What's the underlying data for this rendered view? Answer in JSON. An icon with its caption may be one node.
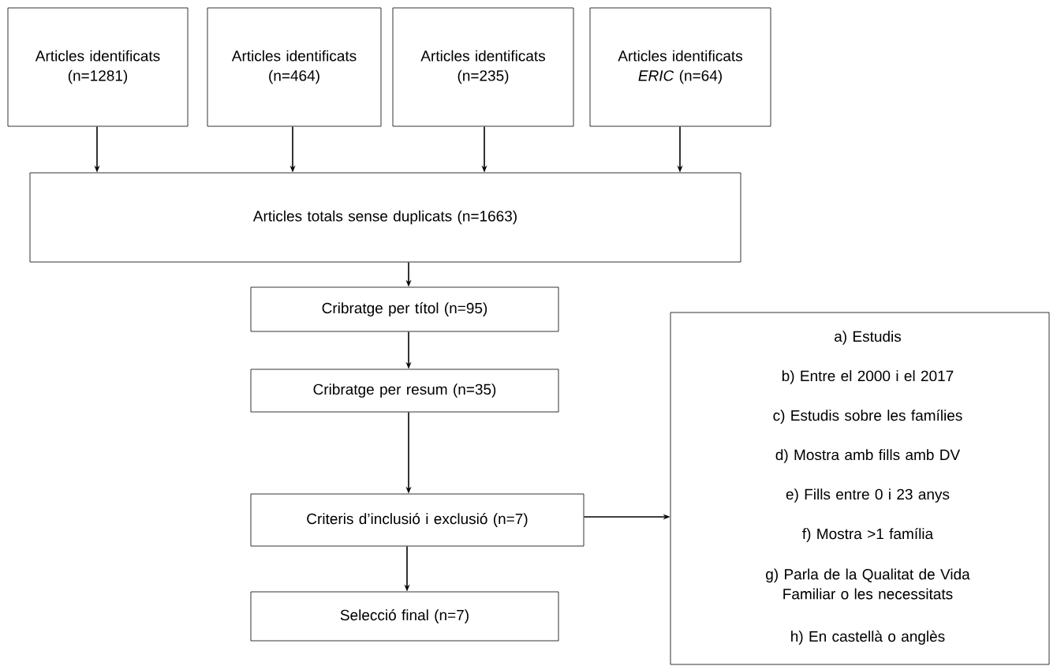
{
  "diagram": {
    "nodes": [
      {
        "text": [
          "Articles identificats (n=1281)"
        ]
      },
      {
        "text": [
          "Articles identificats (n=464)"
        ]
      },
      {
        "text": [
          "Articles identificats (n=235)"
        ]
      },
      {
        "text": [
          "Articles identificats *ERIC* (n=64)"
        ]
      },
      {
        "text": [
          "Articles totals sense duplicats (n=1663)"
        ]
      },
      {
        "text": [
          "Cribratge per títol (n=95)"
        ]
      },
      {
        "text": [
          "Cribratge per resum (n=35)"
        ]
      },
      {
        "text": [
          "Criteris d’inclusió i exclusió (n=7)"
        ]
      },
      {
        "text": [
          "Selecció final (n=7)"
        ]
      },
      {
        "text": [
          "a) Estudis",
          "b) Entre el 2000 i el 2017",
          "c) Estudis sobre les famílies",
          "d) Mostra amb fills amb DV",
          "e) Fills entre 0 i 23 anys",
          "f) Mostra >1 família",
          "g) Parla de la Qualitat de Vida Familiar o les necessitats",
          "h) En castellà o anglès"
        ]
      }
    ],
    "edges": [
      {
        "from": 0,
        "to": 4,
        "arrow": "to"
      },
      {
        "from": 1,
        "to": 4,
        "arrow": "to"
      },
      {
        "from": 2,
        "to": 4,
        "arrow": "to"
      },
      {
        "from": 3,
        "to": 4,
        "arrow": "to"
      },
      {
        "from": 4,
        "to": 5,
        "arrow": "to"
      },
      {
        "from": 5,
        "to": 6,
        "arrow": "to"
      },
      {
        "from": 6,
        "to": 7,
        "arrow": "to"
      },
      {
        "from": 7,
        "to": 8,
        "arrow": "to"
      },
      {
        "from": 7,
        "to": 9,
        "arrow": "to"
      }
    ]
  }
}
